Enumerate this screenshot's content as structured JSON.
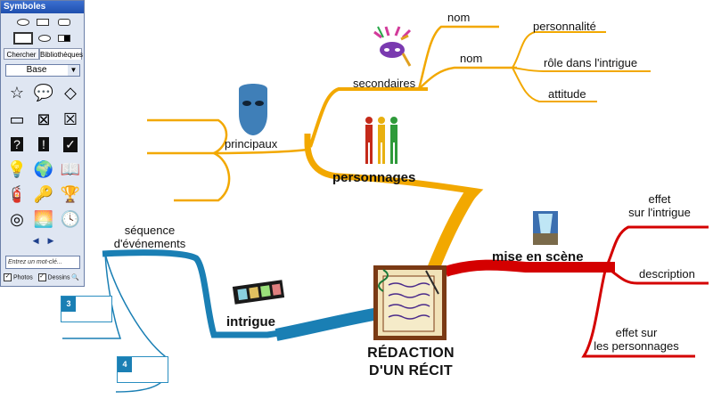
{
  "palette": {
    "title": "Symboles",
    "tabs": [
      "Chercher",
      "Bibliothèques"
    ],
    "active_tab": 1,
    "library_select": "Base",
    "search_placeholder": "Entrez un mot-clé...",
    "options": [
      {
        "label": "Photos",
        "checked": true
      },
      {
        "label": "Dessins",
        "checked": true
      }
    ],
    "symbol_icons": [
      "star-icon",
      "speech-bubble-icon",
      "diamond-icon",
      "rectangle-icon",
      "cross-box-icon",
      "x-box-icon",
      "question-icon",
      "exclamation-icon",
      "check-icon",
      "lightbulb-icon",
      "globe-icon",
      "book-icon",
      "fire-extinguisher-icon",
      "key-icon",
      "trophy-icon",
      "target-icon",
      "sunset-icon",
      "clock-icon"
    ]
  },
  "map": {
    "center_title": "RÉDACTION\nD'UN RÉCIT",
    "branches": {
      "personnages": {
        "label": "personnages",
        "color": "#f2a800",
        "principaux": "principaux",
        "secondaires": "secondaires",
        "sub": {
          "nom_top": "nom",
          "nom": "nom",
          "children": [
            "personnalité",
            "rôle dans l'intrigue",
            "attitude"
          ]
        }
      },
      "intrigue": {
        "label": "intrigue",
        "color": "#1a7fb4",
        "child": "séquence\nd'événements",
        "cards": [
          "3",
          "4"
        ]
      },
      "mise_en_scene": {
        "label": "mise en scène",
        "color": "#d40000",
        "children": [
          "effet\nsur l'intrigue",
          "description",
          "effet sur\nles personnages"
        ]
      }
    }
  }
}
